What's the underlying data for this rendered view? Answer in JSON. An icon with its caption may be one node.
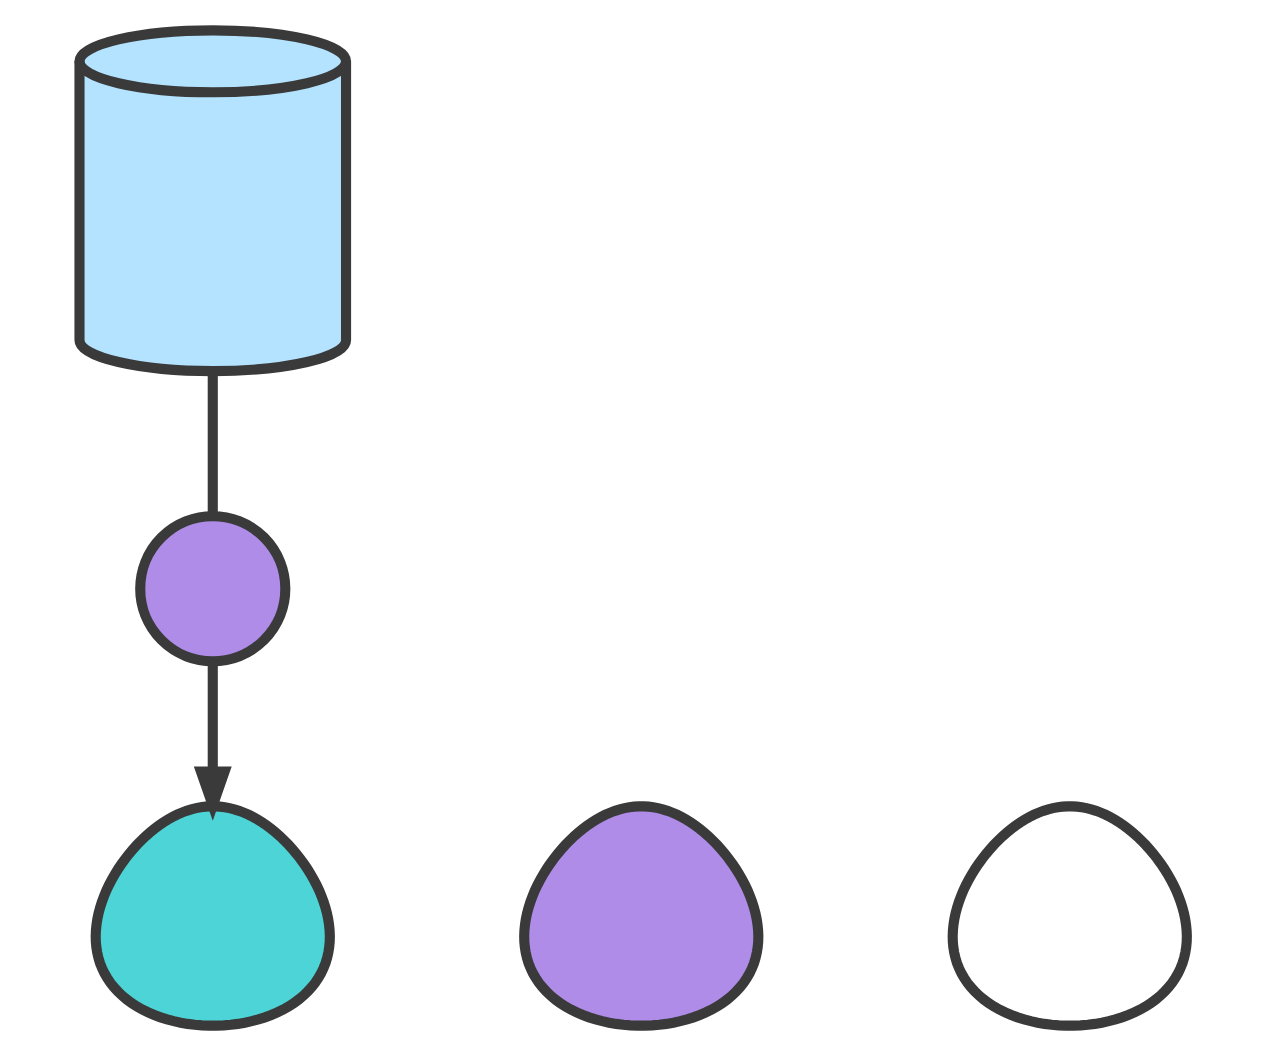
{
  "diagram": {
    "nodes": [
      {
        "text": [],
        "shape": "cylinder"
      },
      {
        "text": [],
        "shape": "circle"
      },
      {
        "text": [],
        "shape": "person"
      },
      {
        "text": [],
        "shape": "person"
      },
      {
        "text": [],
        "shape": "person"
      }
    ],
    "edges": [
      {
        "from": 0,
        "to": 1,
        "arrow": "none"
      },
      {
        "from": 1,
        "to": 2,
        "arrow": "to"
      }
    ]
  }
}
